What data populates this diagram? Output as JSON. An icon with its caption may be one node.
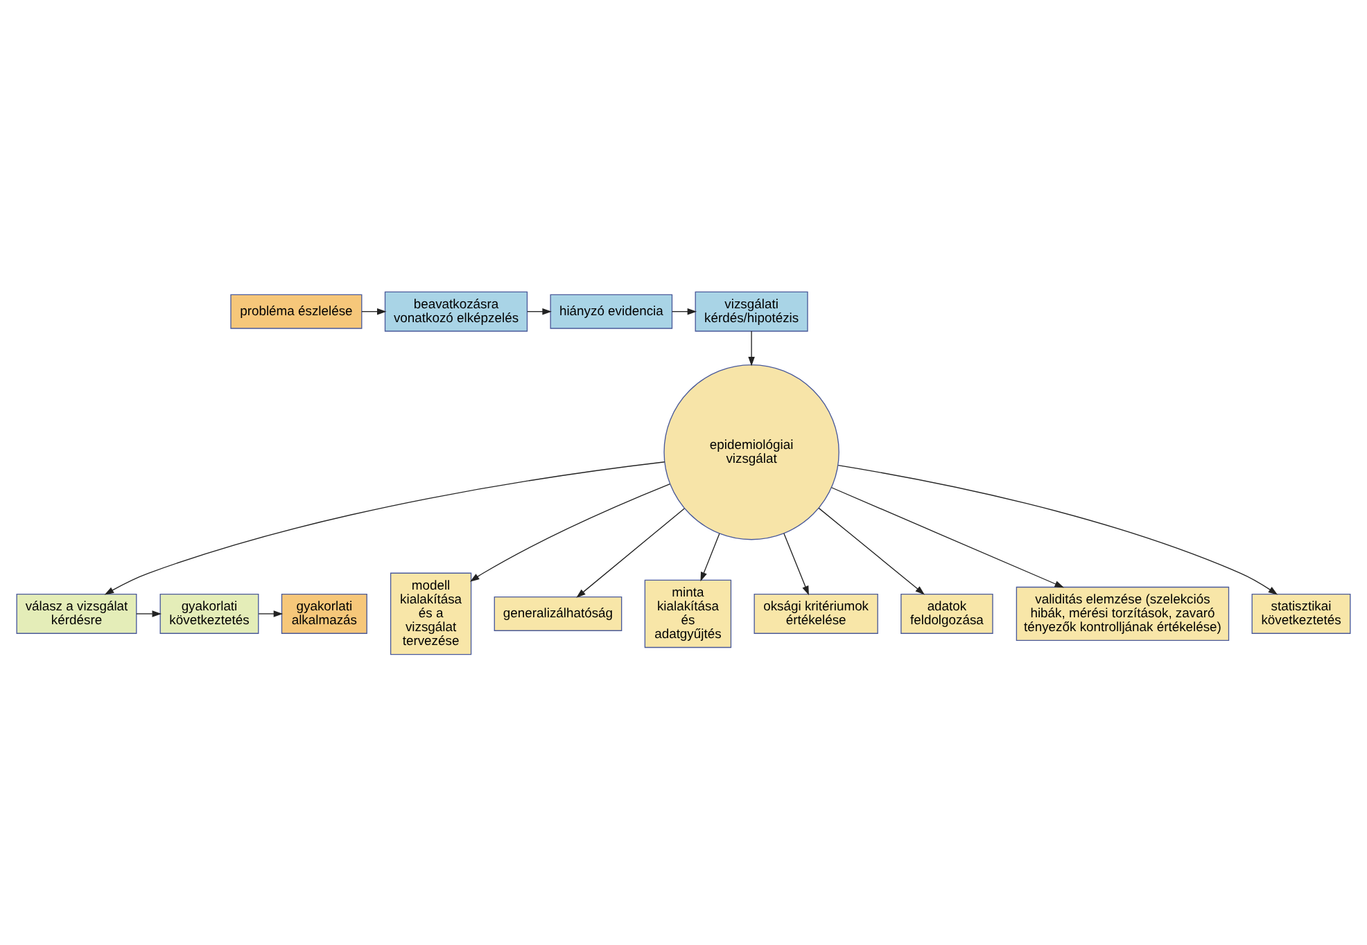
{
  "diagram": {
    "nodes": [
      {
        "text": [
          "probléma észlelése"
        ]
      },
      {
        "text": [
          "beavatkozásra vonatkozó elképzelés"
        ]
      },
      {
        "text": [
          "hiányzó evidencia"
        ]
      },
      {
        "text": [
          "vizsgálati kérdés/hipotézis"
        ]
      },
      {
        "text": [
          "gyakorlati alkalmazás"
        ]
      },
      {
        "text": [
          "gyakorlati következtetés"
        ]
      },
      {
        "text": [
          "válasz a vizsgálat kérdésre"
        ]
      },
      {
        "text": [
          "modell kialakítása és a vizsgálat tervezése"
        ]
      },
      {
        "text": [
          "generalizálhatóság"
        ]
      },
      {
        "text": [
          "epidemiológiai vizsgálat"
        ]
      },
      {
        "text": [
          "minta kialakítása és adatgyűjtés"
        ]
      },
      {
        "text": [
          "oksági kritériumok értékelése"
        ]
      },
      {
        "text": [
          "adatok feldolgozása"
        ]
      },
      {
        "text": [
          "validitás elemzése (szelekciós hibák, mérési torzítások, zavaró tényezők kontrolljának értékelése)"
        ]
      },
      {
        "text": [
          "statisztikai következtetés"
        ]
      }
    ],
    "edges": [
      {
        "from": 0,
        "to": 1,
        "arrow": "to"
      },
      {
        "from": 1,
        "to": 2,
        "arrow": "to"
      },
      {
        "from": 2,
        "to": 3,
        "arrow": "to"
      },
      {
        "from": 3,
        "to": 9,
        "arrow": "to"
      },
      {
        "from": 9,
        "to": 7,
        "arrow": "to"
      },
      {
        "from": 9,
        "to": 10,
        "arrow": "to"
      },
      {
        "from": 9,
        "to": 12,
        "arrow": "to"
      },
      {
        "from": 9,
        "to": 14,
        "arrow": "to"
      },
      {
        "from": 9,
        "to": 13,
        "arrow": "to"
      },
      {
        "from": 9,
        "to": 11,
        "arrow": "to"
      },
      {
        "from": 9,
        "to": 8,
        "arrow": "to"
      },
      {
        "from": 9,
        "to": 6,
        "arrow": "to"
      },
      {
        "from": 6,
        "to": 5,
        "arrow": "to"
      },
      {
        "from": 5,
        "to": 4,
        "arrow": "to"
      }
    ]
  }
}
